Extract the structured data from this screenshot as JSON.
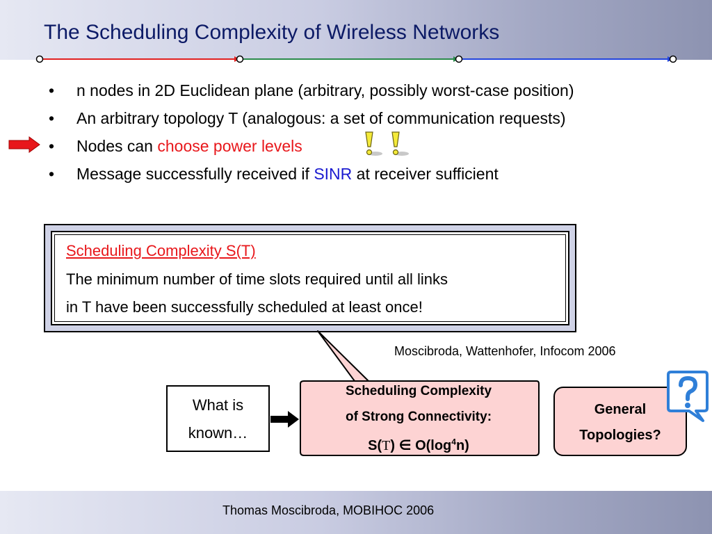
{
  "slide": {
    "title": "The Scheduling Complexity of Wireless Networks",
    "colors": {
      "title": "#0c1a66",
      "highlight_red": "#e8171b",
      "highlight_blue": "#1a1ad0",
      "callout_fill": "#fdd3d3"
    }
  },
  "bullets": [
    {
      "marker": "•",
      "text": "n nodes in 2D Euclidean plane (arbitrary, possibly worst-case position)"
    },
    {
      "marker": "•",
      "text": "An arbitrary topology T  (analogous: a set of communication requests)"
    },
    {
      "marker": "•",
      "prefix": "Nodes can ",
      "highlight": "choose power levels",
      "suffix": ""
    },
    {
      "marker": "•",
      "prefix": "Message successfully received if ",
      "highlight": "SINR",
      "suffix": " at receiver sufficient"
    }
  ],
  "icons": {
    "pointer": "red-right-arrow-icon",
    "exclaim": "double-exclamation-icon",
    "question": "question-mark-icon"
  },
  "definition": {
    "heading": "Scheduling Complexity S(T)",
    "line1": "The minimum number of time slots required until all links",
    "line2": "in T have been successfully scheduled at least once!"
  },
  "citation": "Moscibroda, Wattenhofer, Infocom 2006",
  "known_box": {
    "line1": "What is",
    "line2": "known…"
  },
  "result_box": {
    "line1": "Scheduling Complexity",
    "line2": "of Strong Connectivity:",
    "line3_prefix": "S(",
    "line3_T": "T",
    "line3_mid": ") ∈ O(log",
    "line3_sup": "4",
    "line3_suffix": "n)"
  },
  "general_box": {
    "line1": "General",
    "line2": "Topologies?"
  },
  "footer": "Thomas Moscibroda, MOBIHOC 2006"
}
